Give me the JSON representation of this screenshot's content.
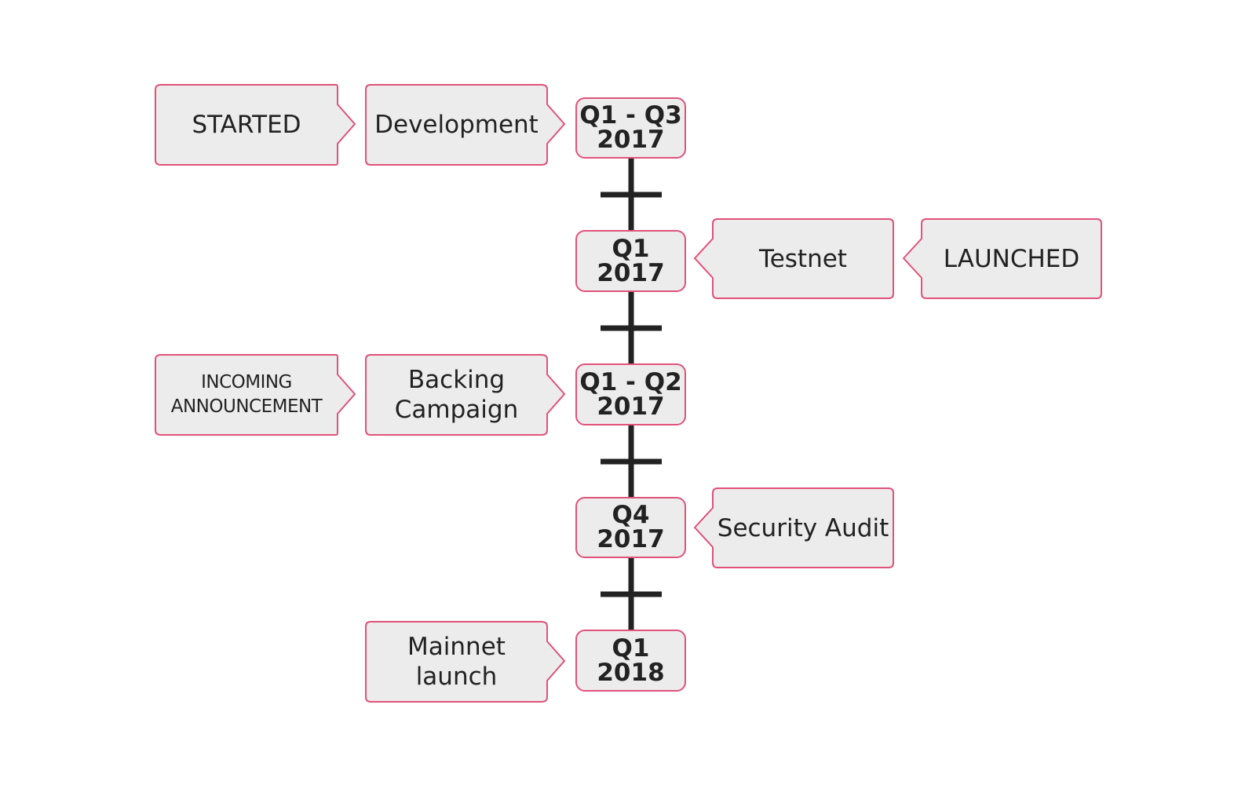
{
  "colors": {
    "box_fill": "#ececec",
    "box_border": "#e0527a",
    "timeline": "#222222",
    "text": "#222222",
    "background": "#ffffff"
  },
  "timeline": {
    "milestones": [
      {
        "date": "Q1 - Q3\n2017",
        "items": [
          {
            "text": "STARTED",
            "side": "left",
            "arrow": "right"
          },
          {
            "text": "Development",
            "side": "left",
            "arrow": "right"
          }
        ]
      },
      {
        "date": "Q1\n2017",
        "items": [
          {
            "text": "Testnet",
            "side": "right",
            "arrow": "left"
          },
          {
            "text": "LAUNCHED",
            "side": "right",
            "arrow": "left"
          }
        ]
      },
      {
        "date": "Q1 - Q2\n2017",
        "items": [
          {
            "text": "INCOMING\nANNOUNCEMENT",
            "side": "left",
            "arrow": "right"
          },
          {
            "text": "Backing\nCampaign",
            "side": "left",
            "arrow": "right"
          }
        ]
      },
      {
        "date": "Q4\n2017",
        "items": [
          {
            "text": "Security Audit",
            "side": "right",
            "arrow": "left"
          }
        ]
      },
      {
        "date": "Q1\n2018",
        "items": [
          {
            "text": "Mainnet\nlaunch",
            "side": "left",
            "arrow": "right"
          }
        ]
      }
    ]
  }
}
